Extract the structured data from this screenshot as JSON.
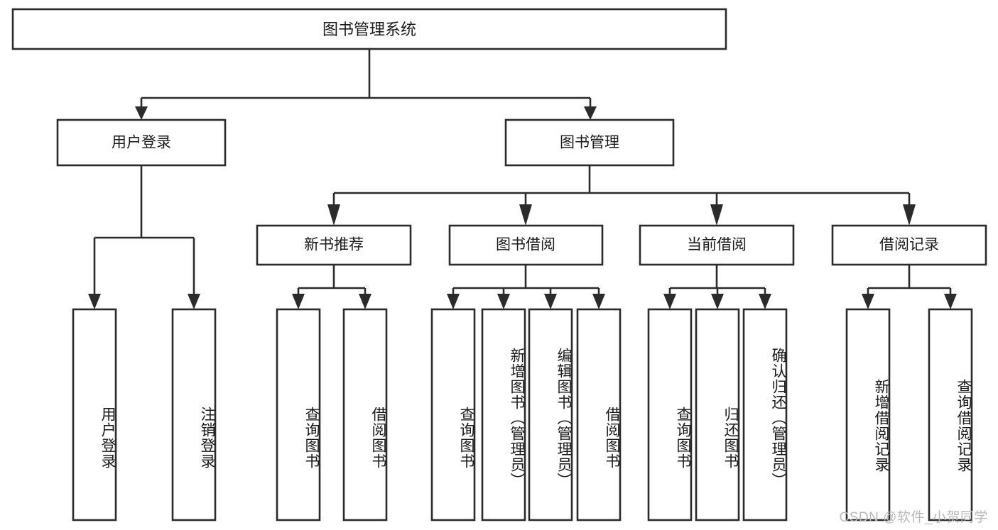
{
  "diagram": {
    "type": "tree-hierarchy",
    "title": "图书管理系统",
    "orientation": "top-down",
    "colors": {
      "box_stroke": "#2b2b2b",
      "box_fill": "#ffffff",
      "connector": "#2b2b2b",
      "label_text": "#1a1a1a",
      "watermark_text": "#b9b9b9",
      "background": "#ffffff"
    },
    "root": {
      "label": "图书管理系统"
    },
    "level2": [
      {
        "label": "用户登录"
      },
      {
        "label": "图书管理"
      }
    ],
    "level3": [
      {
        "label": "新书推荐"
      },
      {
        "label": "图书借阅"
      },
      {
        "label": "当前借阅"
      },
      {
        "label": "借阅记录"
      }
    ],
    "leaves": {
      "user_login": [
        {
          "label": "用户登录"
        },
        {
          "label": "注销登录"
        }
      ],
      "new_book_recommend": [
        {
          "label": "查询图书"
        },
        {
          "label": "借阅图书"
        }
      ],
      "book_borrow": [
        {
          "label": "查询图书"
        },
        {
          "label": "新增图书（管理员）"
        },
        {
          "label": "编辑图书（管理员）"
        },
        {
          "label": "借阅图书"
        }
      ],
      "current_borrow": [
        {
          "label": "查询图书"
        },
        {
          "label": "归还图书"
        },
        {
          "label": "确认归还（管理员）"
        }
      ],
      "borrow_record": [
        {
          "label": "新增借阅记录"
        },
        {
          "label": "查询借阅记录"
        }
      ]
    }
  },
  "watermark": {
    "text": "CSDN @软件_小贺同学"
  }
}
